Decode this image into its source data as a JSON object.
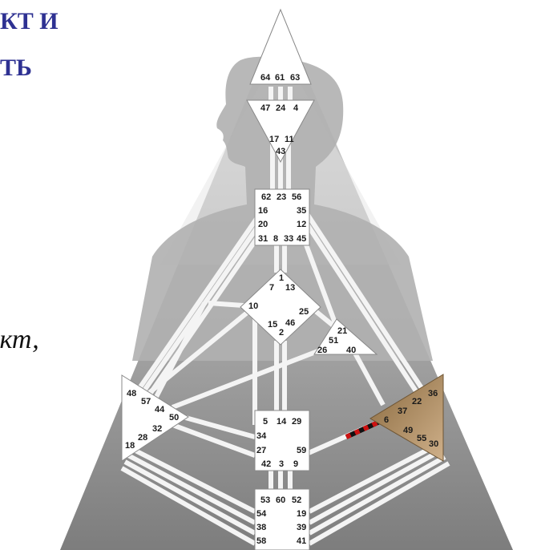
{
  "slide": {
    "line1": "КТ И",
    "line2": "ТЬ",
    "line3": "ікт,"
  },
  "colors": {
    "title": "#2e3192",
    "bodygraph_bg": "#9a9a9a",
    "silhouette": "#b8b8b8",
    "center_fill": "#ffffff",
    "defined_center": "#b08c5f",
    "activation_red": "#cc1111",
    "activation_black": "#111111"
  },
  "gates": {
    "g64": "64",
    "g61": "61",
    "g63": "63",
    "g47": "47",
    "g24": "24",
    "g4": "4",
    "g17": "17",
    "g11": "11",
    "g43": "43",
    "g62": "62",
    "g23": "23",
    "g56": "56",
    "g16": "16",
    "g35": "35",
    "g20": "20",
    "g12": "12",
    "g31": "31",
    "g8": "8",
    "g33": "33",
    "g45": "45",
    "g1": "1",
    "g7": "7",
    "g13": "13",
    "g10": "10",
    "g25": "25",
    "g15": "15",
    "g46": "46",
    "g2": "2",
    "g21": "21",
    "g51": "51",
    "g26": "26",
    "g40": "40",
    "g48": "48",
    "g57": "57",
    "g44": "44",
    "g50": "50",
    "g32": "32",
    "g28": "28",
    "g18": "18",
    "g36": "36",
    "g22": "22",
    "g37": "37",
    "g6": "6",
    "g49": "49",
    "g55": "55",
    "g30": "30",
    "g5": "5",
    "g14": "14",
    "g29": "29",
    "g34": "34",
    "g27": "27",
    "g59": "59",
    "g42": "42",
    "g3": "3",
    "g9": "9",
    "g53": "53",
    "g60": "60",
    "g52": "52",
    "g54": "54",
    "g19": "19",
    "g38": "38",
    "g39": "39",
    "g58": "58",
    "g41": "41"
  }
}
